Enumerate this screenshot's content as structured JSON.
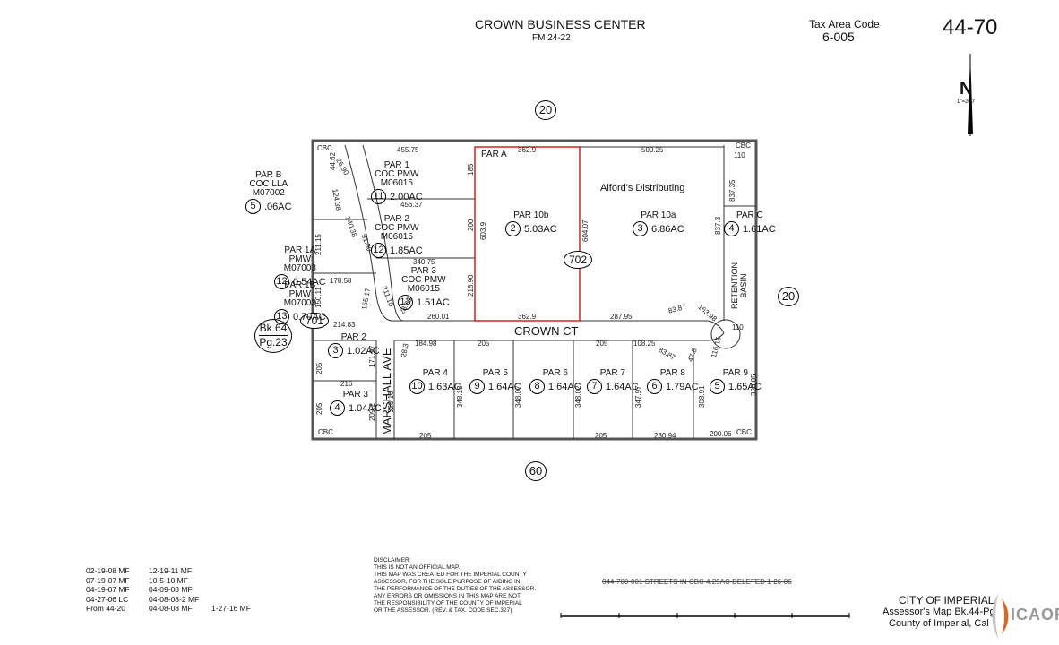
{
  "header": {
    "title": "CROWN BUSINESS CENTER",
    "subtitle": "FM 24-22",
    "tax_area_label": "Tax Area Code",
    "tax_area_code": "6-005",
    "map_number": "44-70",
    "north": "N",
    "scale": "1\"=200'"
  },
  "book_ref": {
    "bk": "Bk.64",
    "pg": "Pg.23"
  },
  "circled_numbers": {
    "top": "20",
    "right": "20",
    "bottom": "60",
    "mid": "702",
    "left": "701"
  },
  "street_names": {
    "crown_ct": "CROWN CT",
    "marshall_ave": "MARSHALL AVE",
    "retention_basin": "RETENTION\nBASIN"
  },
  "parcels": [
    {
      "id": "par-1",
      "lines": [
        "PAR 1",
        "COC PMW",
        "M06015"
      ],
      "num": "11",
      "acres": "2.00AC"
    },
    {
      "id": "par-2",
      "lines": [
        "PAR 2",
        "COC PMW",
        "M06015"
      ],
      "num": "12",
      "acres": "1.85AC"
    },
    {
      "id": "par-3",
      "lines": [
        "PAR 3",
        "COC PMW",
        "M06015"
      ],
      "num": "13",
      "acres": "1.51AC"
    },
    {
      "id": "par-b",
      "lines": [
        "PAR B",
        "COC LLA",
        "M07002"
      ],
      "num": "5",
      "acres": ".06AC"
    },
    {
      "id": "par-1a",
      "lines": [
        "PAR 1A",
        "PMW",
        "M07003"
      ],
      "num": "12",
      "acres": "0.54AC"
    },
    {
      "id": "par-1b",
      "lines": [
        "PAR 1B",
        "PMW",
        "M07003"
      ],
      "num": "13",
      "acres": "0.70AC"
    },
    {
      "id": "par-10b",
      "lines": [
        "PAR 10b"
      ],
      "num": "2",
      "acres": "5.03AC"
    },
    {
      "id": "par-10a",
      "lines": [
        "PAR 10a"
      ],
      "num": "3",
      "acres": "6.86AC"
    },
    {
      "id": "par-c",
      "lines": [
        "PAR C"
      ],
      "num": "4",
      "acres": "1.61AC"
    },
    {
      "id": "par-2s",
      "lines": [
        "PAR 2"
      ],
      "num": "3",
      "acres": "1.02AC"
    },
    {
      "id": "par-3s",
      "lines": [
        "PAR 3"
      ],
      "num": "4",
      "acres": "1.04AC"
    },
    {
      "id": "par-4",
      "lines": [
        "PAR 4"
      ],
      "num": "10",
      "acres": "1.63AC"
    },
    {
      "id": "par-5",
      "lines": [
        "PAR 5"
      ],
      "num": "9",
      "acres": "1.64AC"
    },
    {
      "id": "par-6",
      "lines": [
        "PAR 6"
      ],
      "num": "8",
      "acres": "1.64AC"
    },
    {
      "id": "par-7",
      "lines": [
        "PAR 7"
      ],
      "num": "7",
      "acres": "1.64AC"
    },
    {
      "id": "par-8",
      "lines": [
        "PAR 8"
      ],
      "num": "6",
      "acres": "1.79AC"
    },
    {
      "id": "par-9",
      "lines": [
        "PAR 9"
      ],
      "num": "5",
      "acres": "1.65AC"
    }
  ],
  "labels": {
    "par_a": "PAR A",
    "alford": "Alford's Distributing",
    "cbc": "CBC"
  },
  "dimensions": {
    "d455": "455.75",
    "d3629a": "362.9",
    "d50025": "500.25",
    "d110a": "110",
    "d45637": "456.37",
    "d34075": "340.75",
    "d26001": "260.01",
    "d3629b": "362.9",
    "d28795": "287.95",
    "d8387a": "83.87",
    "d16398": "163.98",
    "d110b": "110",
    "d18498": "184.98",
    "d205a": "205",
    "d205b": "205",
    "d10825": "108.25",
    "d8387b": "83.87",
    "d216": "216",
    "d21483": "214.83",
    "d17858": "178.58",
    "d205c": "205",
    "d20506": "200.06",
    "d23094": "230.94",
    "d205d": "205",
    "d185": "185",
    "d200": "200",
    "d6039": "603.9",
    "d60407": "604.07",
    "d8373": "837.3",
    "d83735": "837.35",
    "d21890": "218.90",
    "d21110": "211.10",
    "d15017": "155.17",
    "d21115": "211.15",
    "d15011": "150.11",
    "d17197": "171.97",
    "d2092": "209.2",
    "d32816": "328.16",
    "d34813": "348.13",
    "d34807": "348.07",
    "d34802": "348.02",
    "d34797": "347.97",
    "d30891": "308.91",
    "d38085": "380.85",
    "d11615": "116.15",
    "d478": "47.8",
    "d2823": "28.3",
    "d2686": "28.86",
    "d9180": "91.80",
    "d14038": "140.38",
    "d12438": "124.38",
    "d2690": "26.90",
    "d4462": "44.62",
    "d205e": "205",
    "d205f": "205"
  },
  "revisions": {
    "col1": [
      "02-19-08 MF",
      "07-19-07 MF",
      "04-19-07 MF",
      "04-27-06 LC",
      "From 44-20"
    ],
    "col2": [
      "12-19-11 MF",
      "10-5-10 MF",
      "04-09-08 MF",
      "04-08-08-2 MF",
      "04-08-08 MF"
    ],
    "col3": [
      "1-27-16 MF"
    ]
  },
  "disclaimer": {
    "heading": "DISCLAIMER:",
    "lines": [
      "THIS IS NOT AN OFFICIAL MAP.",
      "THIS MAP WAS CREATED FOR THE IMPERIAL COUNTY",
      "ASSESSOR, FOR THE SOLE PURPOSE OF AIDING IN",
      "THE PERFORMANCE OF THE DUTIES OF THE ASSESSOR.",
      "ANY ERRORS OR OMISSIONS IN THIS MAP ARE NOT",
      "THE RESPONSIBILITY OF THE COUNTY OF IMPERIAL",
      "OR THE ASSESSOR. (REV. & TAX. CODE SEC.327)"
    ]
  },
  "deleted_note": "044-700-001  STREETS IN CBC   4.25AC   DELETED 1-26-06",
  "footer": {
    "city": "CITY OF IMPERIAL",
    "assessor": "Assessor's Map Bk.44-Pg",
    "county": "County of Imperial, Cal",
    "logo": "ICAOR"
  }
}
